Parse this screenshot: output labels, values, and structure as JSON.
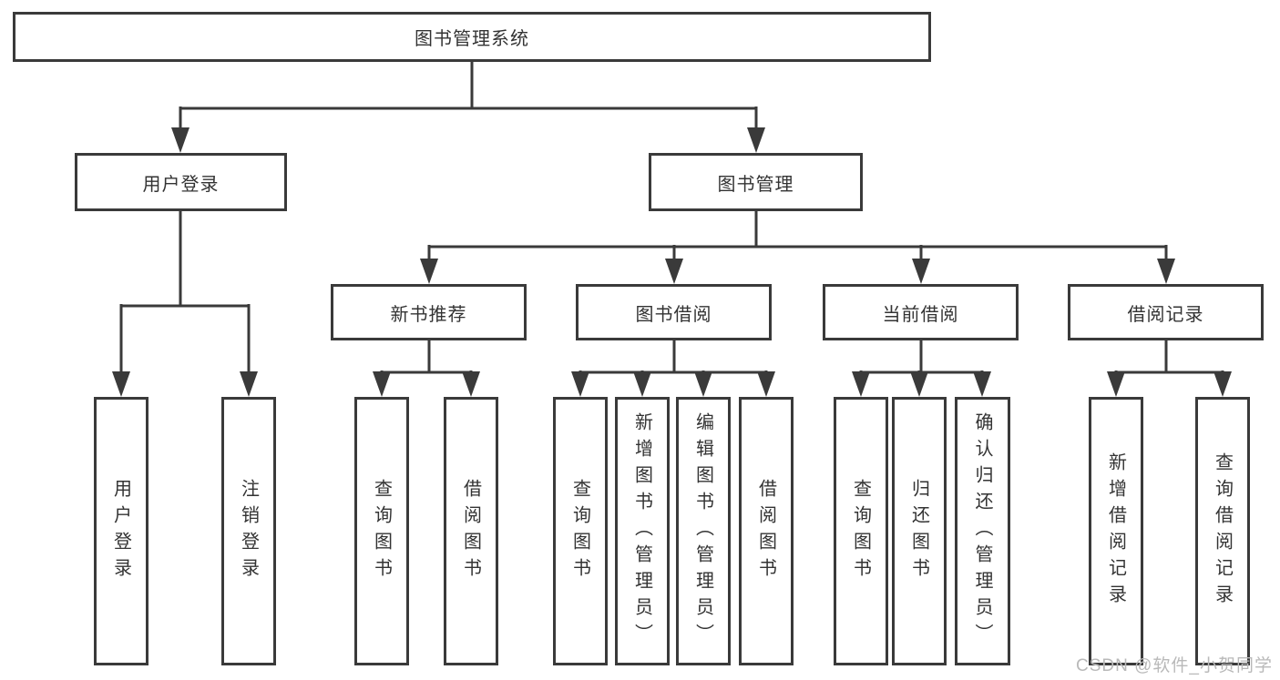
{
  "diagram": {
    "root": {
      "label": "图书管理系统"
    },
    "level2": {
      "user_login_group": {
        "label": "用户登录"
      },
      "book_management": {
        "label": "图书管理"
      }
    },
    "level3": {
      "new_book_recommend": {
        "label": "新书推荐"
      },
      "book_borrow": {
        "label": "图书借阅"
      },
      "current_borrow": {
        "label": "当前借阅"
      },
      "borrow_records": {
        "label": "借阅记录"
      }
    },
    "leaves": {
      "user_login": {
        "label": "用户登录"
      },
      "logout": {
        "label": "注销登录"
      },
      "nb_query": {
        "label": "查询图书"
      },
      "nb_borrow": {
        "label": "借阅图书"
      },
      "bb_query": {
        "label": "查询图书"
      },
      "bb_add": {
        "label": "新增图书（管理员）"
      },
      "bb_edit": {
        "label": "编辑图书（管理员）"
      },
      "bb_borrow": {
        "label": "借阅图书"
      },
      "cb_query": {
        "label": "查询图书"
      },
      "cb_return": {
        "label": "归还图书"
      },
      "cb_confirm": {
        "label": "确认归还（管理员）"
      },
      "br_add": {
        "label": "新增借阅记录"
      },
      "br_query": {
        "label": "查询借阅记录"
      }
    },
    "watermark": "CSDN @软件_小贺同学",
    "colors": {
      "line": "#3a3a3a",
      "text": "#333333",
      "watermark": "#b9b9b9",
      "background": "#ffffff"
    }
  }
}
